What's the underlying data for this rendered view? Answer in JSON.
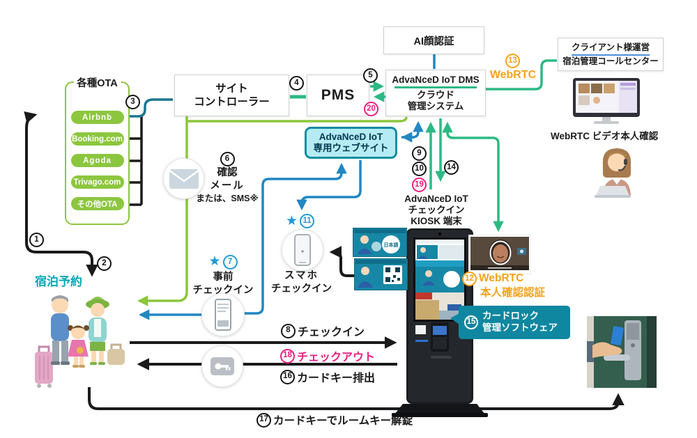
{
  "colors": {
    "emerald": "#2db984",
    "lime": "#8cc63e",
    "blue": "#2287c2",
    "teal_dark": "#19768f",
    "pink": "#ec1d80",
    "orange": "#f5a21b",
    "website_bg": "#b5ecf3",
    "website_border": "#0e8ca0",
    "cardlock_bg": "#0f87a0",
    "booking_text": "#00a7b7"
  },
  "ota": {
    "title": "各種OTA",
    "items": [
      "Airbnb",
      "Booking.com",
      "Agoda",
      "Trivago.com",
      "その他OTA"
    ]
  },
  "boxes": {
    "ai_face": "AI顔認証",
    "dms_line1": "AdvaNceD IoT DMS",
    "dms_line2": "クラウド",
    "dms_line3": "管理システム",
    "call_center_line1": "クライアント様運営",
    "call_center_line2": "宿泊管理コールセンター",
    "site_controller_line1": "サイト",
    "site_controller_line2": "コントローラー",
    "pms": "PMS",
    "website_line1": "AdvaNceD IoT",
    "website_line2": "専用ウェブサイト",
    "cardlock_line1": "カードロック",
    "cardlock_line2": "管理ソフトウェア"
  },
  "labels": {
    "webrtc13": "WebRTC",
    "video_verify": "WebRTC ビデオ本人確認",
    "email_line1": "確認",
    "email_line2": "メール",
    "email_line3": "または、SMS※",
    "pre_line1": "事前",
    "pre_line2": "チェックイン",
    "sp_line1": "スマホ",
    "sp_line2": "チェックイン",
    "booking": "宿泊予約",
    "checkin8": "チェックイン",
    "checkout18": "チェックアウト",
    "card_eject16": "カードキー排出",
    "room_unlock17": "カードキーでルームキー解錠",
    "webrtc12": "WebRTC",
    "verify12": "本人確認認証",
    "kiosk_line1": "AdvaNceD IoT",
    "kiosk_line2": "チェックイン",
    "kiosk_line3": "KIOSK 端末",
    "kiosk_screen_lang": "日本語",
    "star": "★"
  },
  "nums": {
    "n1": "1",
    "n2": "2",
    "n3": "3",
    "n4": "4",
    "n5": "5",
    "n6": "6",
    "n7": "7",
    "n8": "8",
    "n9": "9",
    "n10": "10",
    "n11": "11",
    "n12": "12",
    "n13": "13",
    "n14": "14",
    "n15": "15",
    "n16": "16",
    "n17": "17",
    "n18": "18",
    "n19": "19",
    "n20": "20"
  }
}
